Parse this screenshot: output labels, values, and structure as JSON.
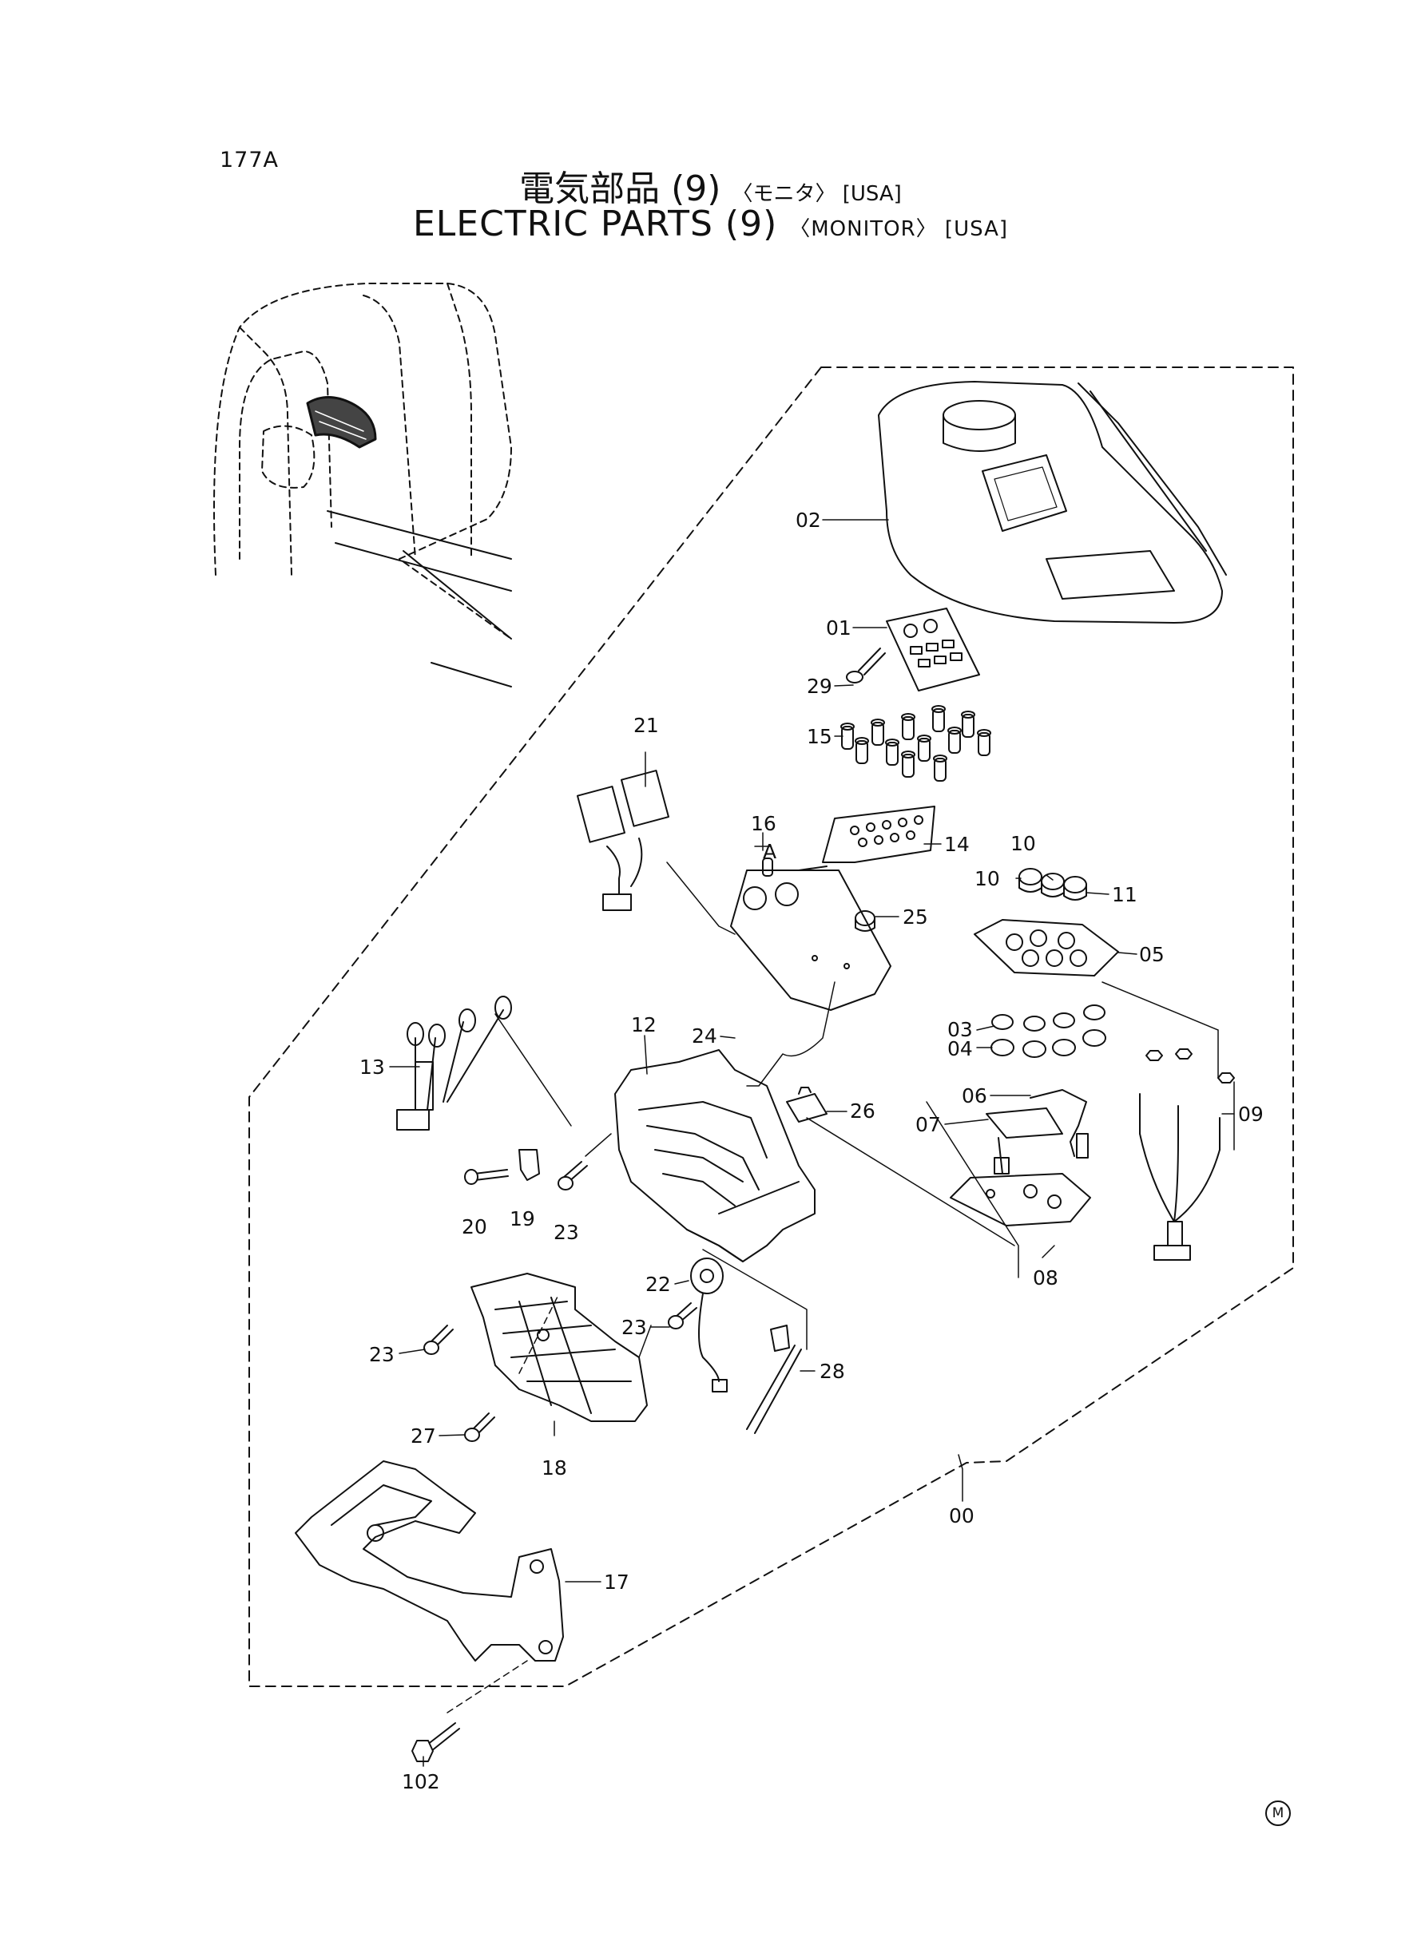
{
  "page": {
    "id": "177A"
  },
  "title": {
    "jp_main": "電気部品 (9)",
    "jp_sub": "〈モニタ〉 [USA]",
    "en_main": "ELECTRIC PARTS (9)",
    "en_sub": "〈MONITOR〉 [USA]"
  },
  "callouts": {
    "c02": "02",
    "c01": "01",
    "c29": "29",
    "c15": "15",
    "c21": "21",
    "c16": "16",
    "cA": "A",
    "c14": "14",
    "c10a": "10",
    "c10b": "10",
    "c11": "11",
    "c25": "25",
    "c05": "05",
    "c13": "13",
    "c12": "12",
    "c24": "24",
    "c03": "03",
    "c04": "04",
    "c26": "26",
    "c06": "06",
    "c07": "07",
    "c09": "09",
    "c20": "20",
    "c19": "19",
    "c23a": "23",
    "c08": "08",
    "c22": "22",
    "c23b": "23",
    "c23c": "23",
    "c28": "28",
    "c27": "27",
    "c18": "18",
    "c00": "00",
    "c17": "17",
    "c102": "102"
  },
  "mark": "M"
}
